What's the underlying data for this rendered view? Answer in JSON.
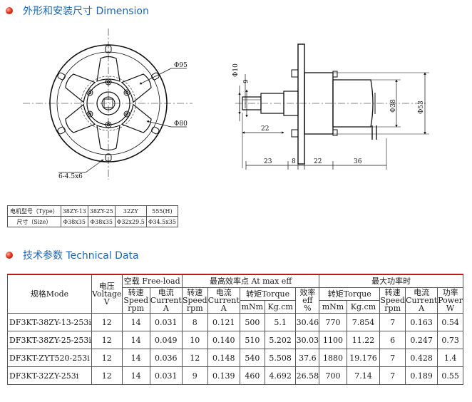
{
  "dimension": {
    "title": "外形和安装尺寸 Dimension",
    "front_labels": {
      "d95": "Φ95",
      "d80": "Φ80",
      "holes": "6-4.5x6"
    },
    "side_labels": {
      "d10": "Φ10",
      "n9": "9",
      "n22a": "22",
      "d38": "Φ38",
      "d53": "Φ53",
      "n23": "23",
      "n8": "8",
      "n22b": "22",
      "n36": "36"
    }
  },
  "type_table": {
    "row_type_label": "电机型号（Type）",
    "types": [
      "38ZY-13",
      "38ZY-25",
      "32ZY",
      "555(H)"
    ],
    "row_size_label": "尺寸（Size）",
    "sizes": [
      "Φ38x35",
      "Φ38x35",
      "Φ32x29.5",
      "Φ34.5x35"
    ]
  },
  "technical": {
    "title": "技术参数 Technical Data",
    "headers": {
      "model": "规格Mode",
      "voltage_cn": "电压",
      "voltage_en": "Voltage",
      "voltage_unit": "V",
      "free_load": "空载 Free-load",
      "max_eff": "最高效率点 At max eff",
      "max_power": "最大功率时",
      "speed_cn": "转速",
      "speed_en": "Speed",
      "speed_unit": "rpm",
      "current_cn": "电流",
      "current_en": "Current",
      "current_unit": "A",
      "torque": "转矩Torque",
      "torque_mnm": "mNm",
      "torque_kgcm": "Kg.cm",
      "eff_cn": "效率",
      "eff_en": "eff",
      "eff_unit": "%",
      "power_cn": "功率",
      "power_en": "Power",
      "power_unit": "W"
    },
    "rows": [
      {
        "model": "DF3KT-38ZY-13-253i",
        "voltage": "12",
        "free_speed": "14",
        "free_current": "0.031",
        "eff_speed": "8",
        "eff_current": "0.121",
        "eff_torque_mnm": "500",
        "eff_torque_kgcm": "5.1",
        "eff_pct": "30.46",
        "pow_torque_mnm": "770",
        "pow_torque_kgcm": "7.854",
        "pow_speed": "7",
        "pow_current": "0.163",
        "pow_power": "0.54"
      },
      {
        "model": "DF3KT-38ZY-25-253i",
        "voltage": "12",
        "free_speed": "14",
        "free_current": "0.049",
        "eff_speed": "10",
        "eff_current": "0.140",
        "eff_torque_mnm": "510",
        "eff_torque_kgcm": "5.202",
        "eff_pct": "30.03",
        "pow_torque_mnm": "1100",
        "pow_torque_kgcm": "11.22",
        "pow_speed": "6",
        "pow_current": "0.247",
        "pow_power": "0.73"
      },
      {
        "model": "DF3KT-ZYT520-253i",
        "voltage": "12",
        "free_speed": "14",
        "free_current": "0.036",
        "eff_speed": "12",
        "eff_current": "0.148",
        "eff_torque_mnm": "540",
        "eff_torque_kgcm": "5.508",
        "eff_pct": "37.6",
        "pow_torque_mnm": "1880",
        "pow_torque_kgcm": "19.176",
        "pow_speed": "7",
        "pow_current": "0.428",
        "pow_power": "1.4"
      },
      {
        "model": "DF3KT-32ZY-253i",
        "voltage": "12",
        "free_speed": "14",
        "free_current": "0.031",
        "eff_speed": "9",
        "eff_current": "0.139",
        "eff_torque_mnm": "460",
        "eff_torque_kgcm": "4.692",
        "eff_pct": "26.58",
        "pow_torque_mnm": "700",
        "pow_torque_kgcm": "7.14",
        "pow_speed": "7",
        "pow_current": "0.189",
        "pow_power": "0.55"
      }
    ]
  }
}
